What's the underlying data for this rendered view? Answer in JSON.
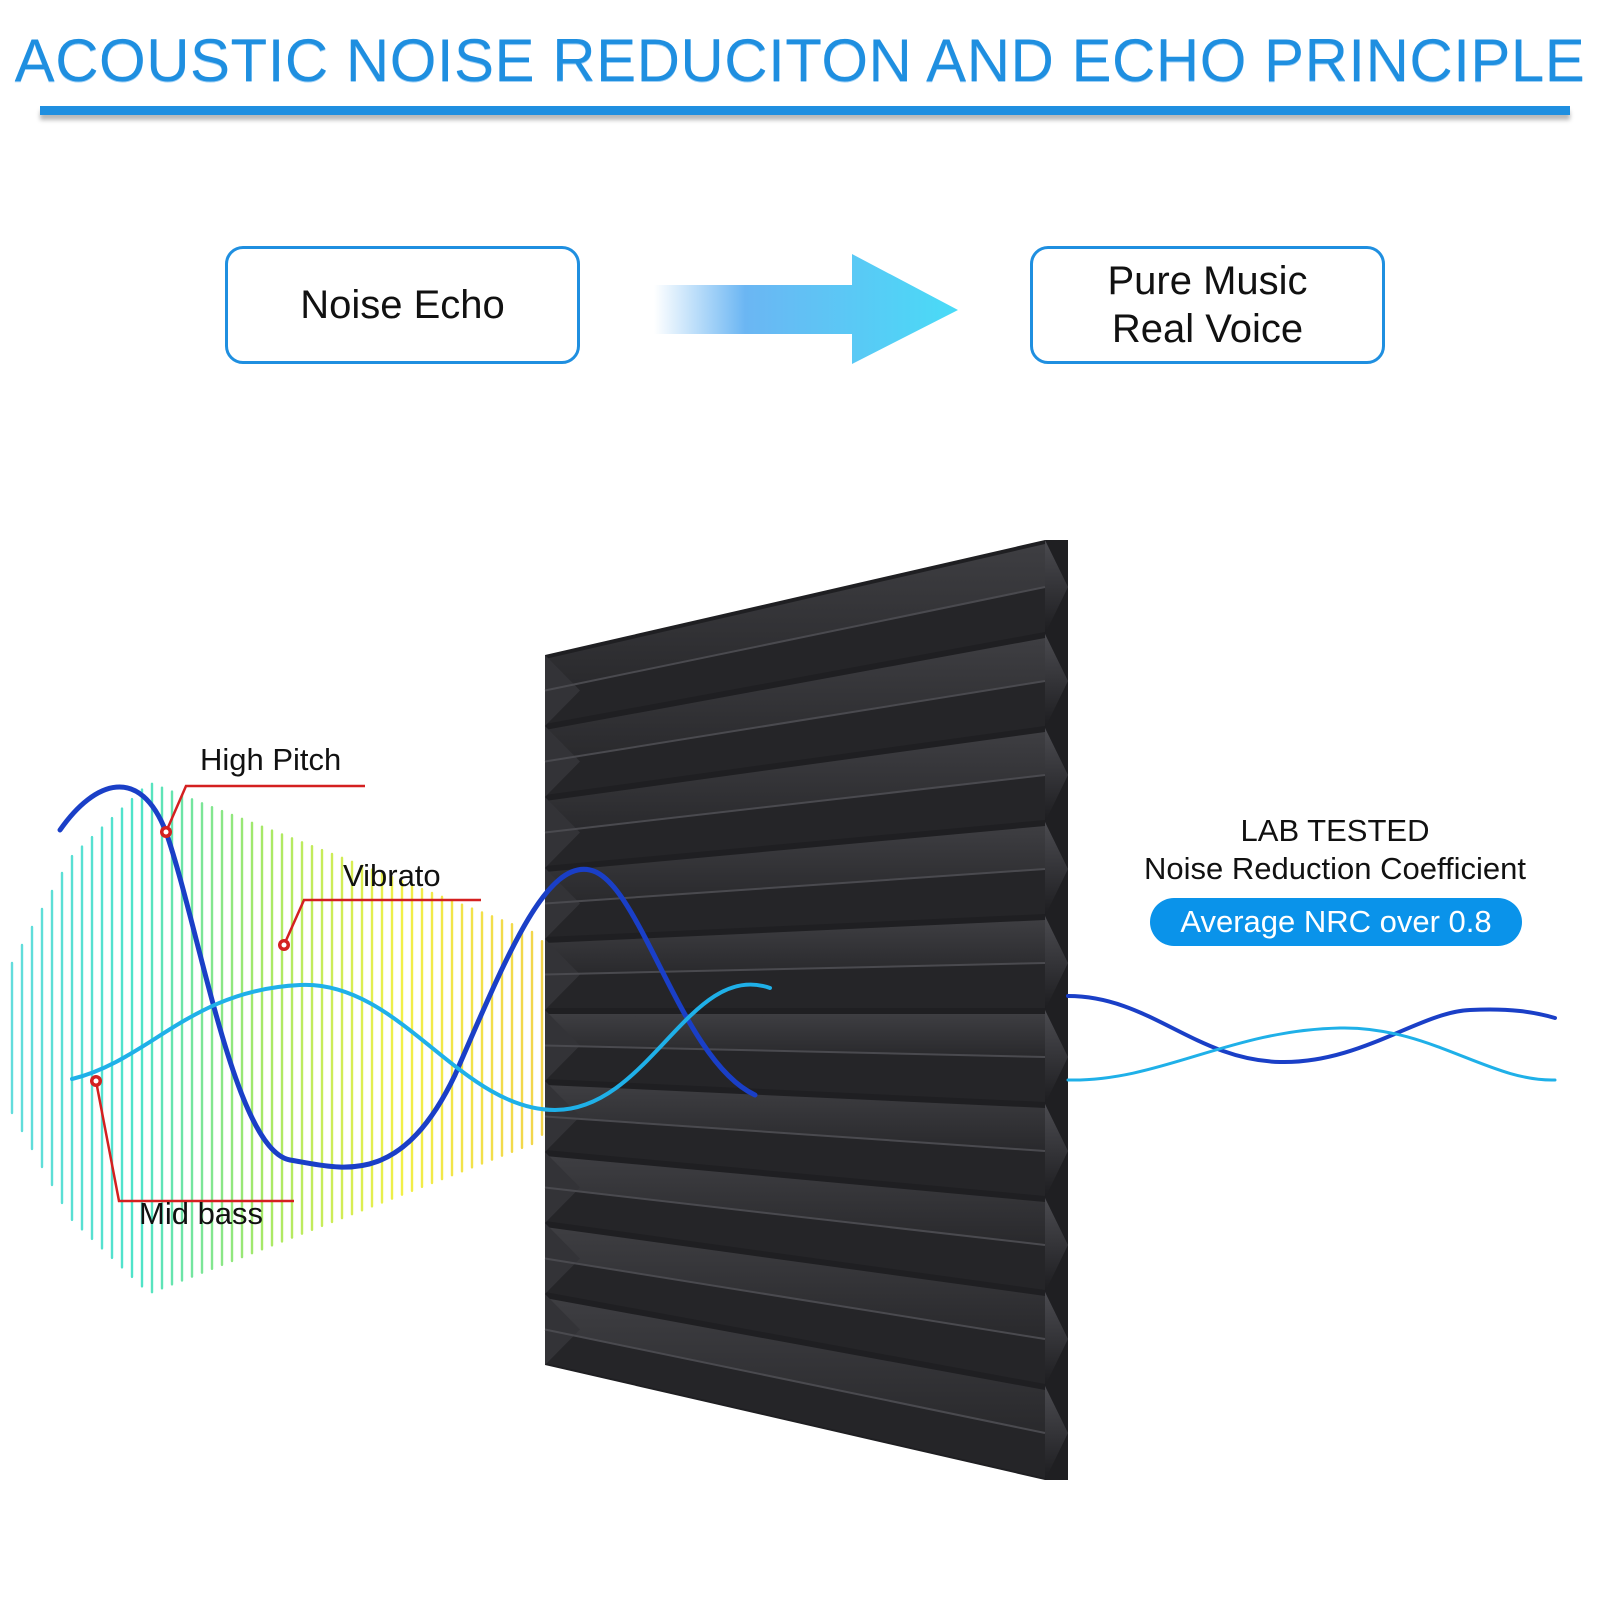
{
  "title": "ACOUSTIC NOISE REDUCITON AND ECHO PRINCIPLE",
  "flow": {
    "before": "Noise Echo",
    "after_line1": "Pure Music",
    "after_line2": "Real Voice"
  },
  "wave_labels": {
    "high_pitch": "High Pitch",
    "vibrato": "Vibrato",
    "mid_bass": "Mid bass"
  },
  "lab": {
    "line1": "LAB TESTED",
    "line2": "Noise Reduction Coefficient",
    "badge": "Average NRC over 0.8"
  },
  "colors": {
    "accent_blue": "#1f8fe0",
    "wave_dark_blue": "#1a3fc7",
    "wave_light_blue": "#1fb0e8",
    "callout_red": "#d42020",
    "badge_blue": "#0a93ea",
    "foam_dark": "#2a2a2c"
  },
  "icons": {
    "arrow": "right-gradient-arrow-icon",
    "foam": "acoustic-foam-panel-icon"
  }
}
